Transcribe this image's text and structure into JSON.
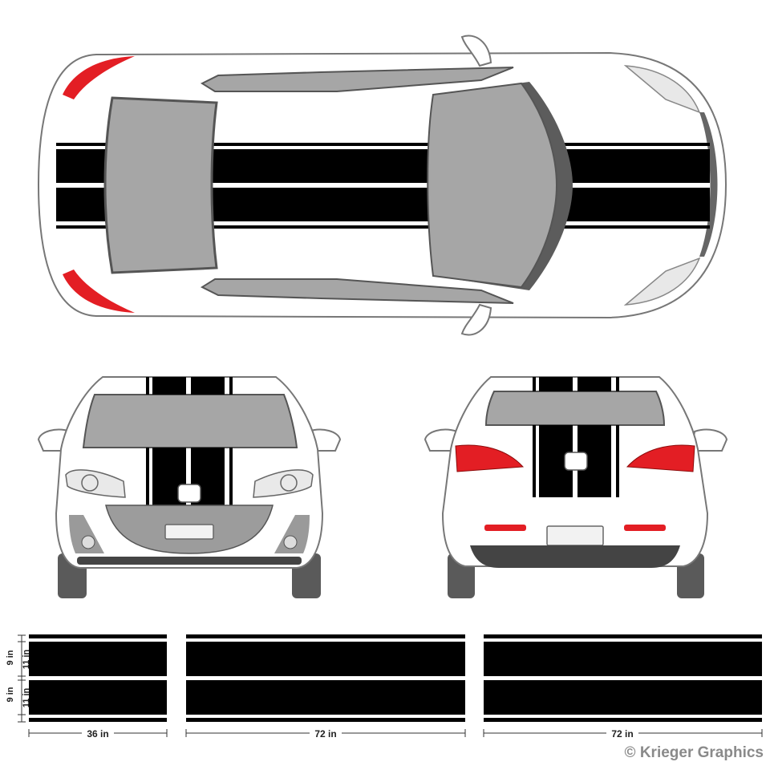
{
  "dimensions": {
    "width_a": "36 in",
    "width_b": "72 in",
    "width_c": "72 in",
    "outer_height": "9 in",
    "inner_height": "11 in"
  },
  "credit": "© Krieger Graphics",
  "colors": {
    "stripe": "#000000",
    "glass": "#a6a6a6",
    "tail_light": "#e31e24",
    "tire": "#5a5a5a",
    "outline": "#777777",
    "body": "#ffffff"
  }
}
